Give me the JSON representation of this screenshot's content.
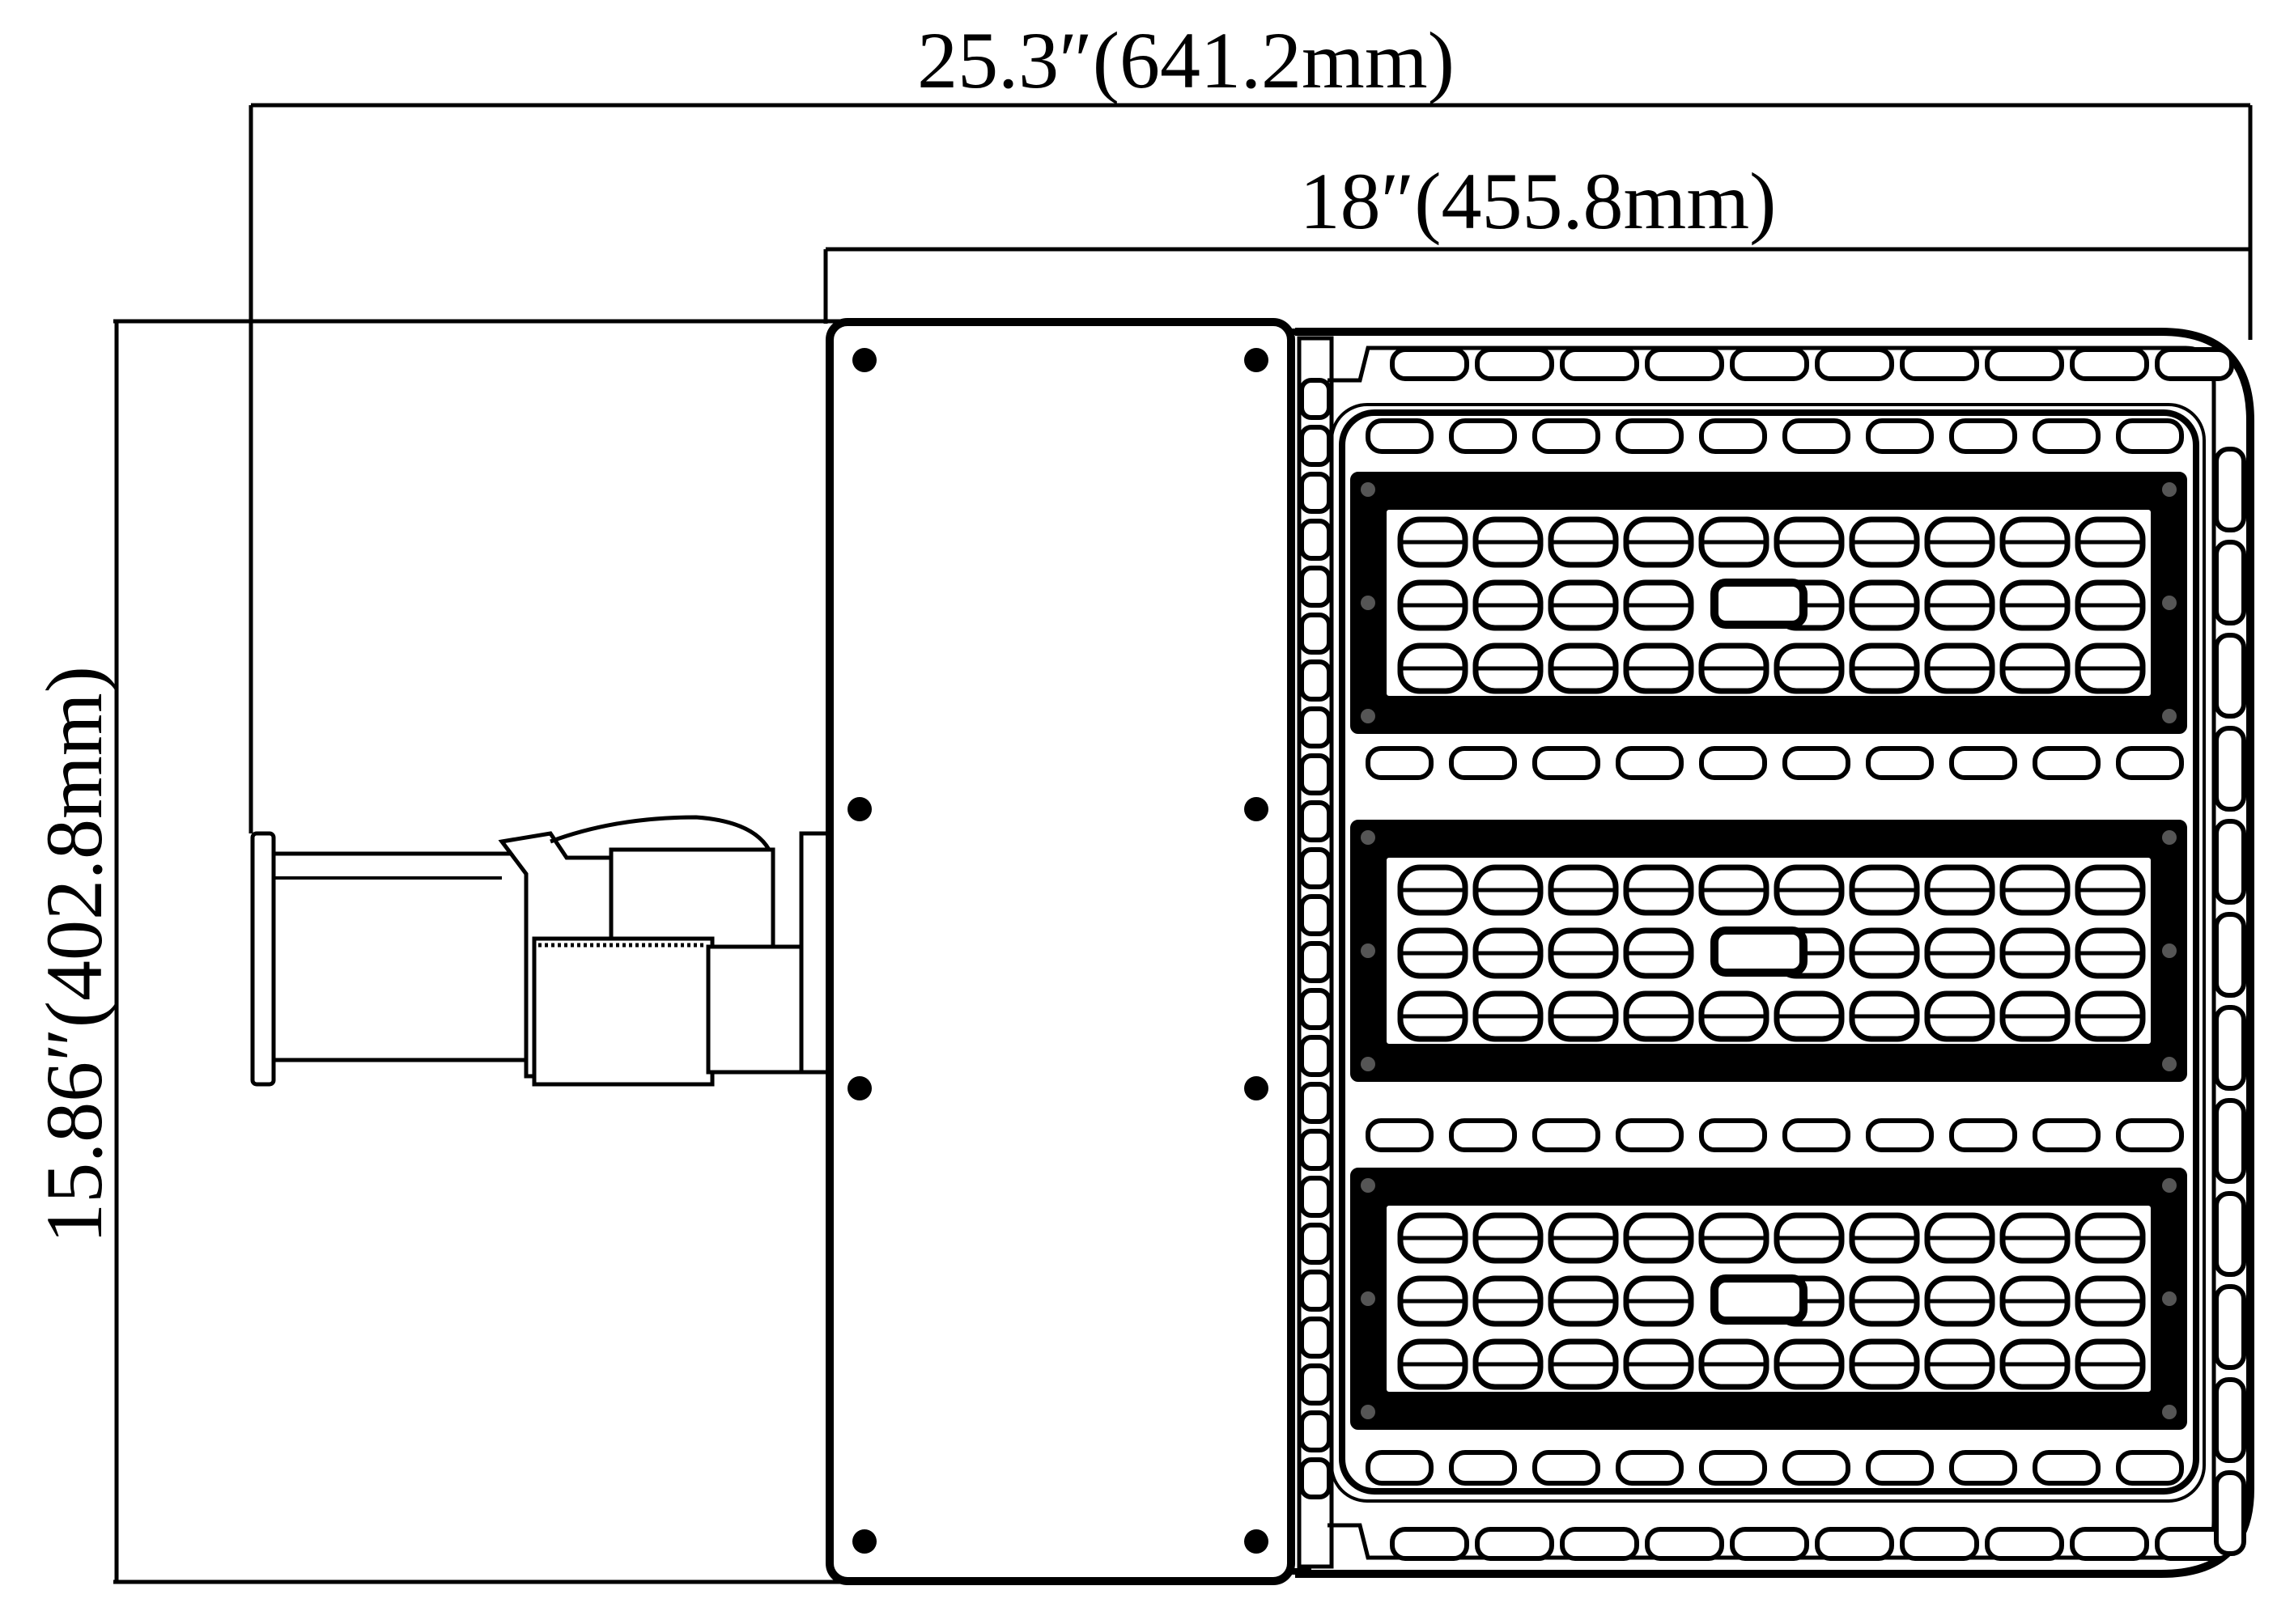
{
  "dimensions": {
    "overall_width": "25.3″(641.2mm)",
    "head_width": "18″(455.8mm)",
    "height": "15.86″(402.8mm)"
  },
  "colors": {
    "line": "#000000",
    "background": "#ffffff"
  }
}
